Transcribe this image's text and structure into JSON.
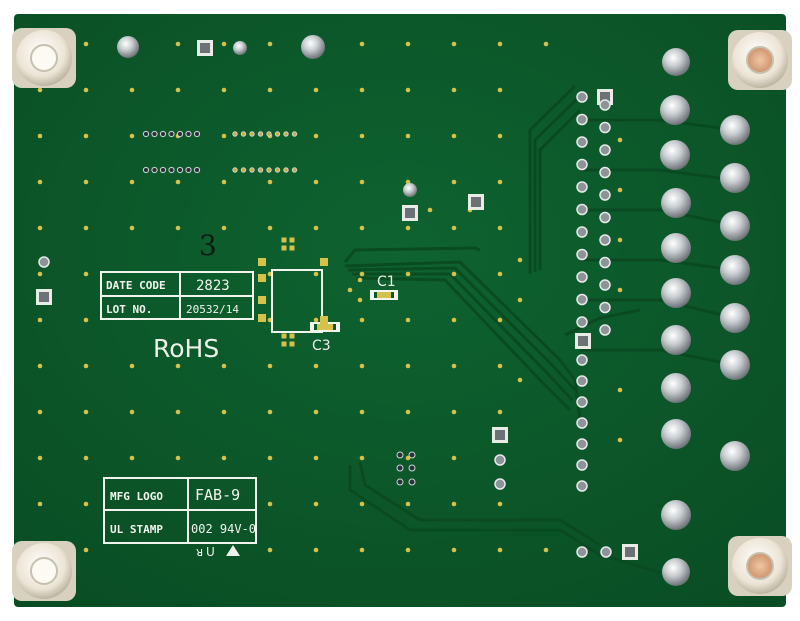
{
  "board": {
    "handwritten_mark": "3",
    "rohs": "RoHS",
    "labels": {
      "c1": "C1",
      "c3": "C3"
    },
    "label_box_1": {
      "date_code_label": "DATE CODE",
      "date_code_value": "2823",
      "lot_no_label": "LOT NO.",
      "lot_no_value": "20532/14"
    },
    "label_box_2": {
      "mfg_logo_label": "MFG LOGO",
      "mfg_logo_value": "FAB-9",
      "ul_stamp_label": "UL STAMP",
      "ul_stamp_value": "002 94V-0"
    }
  },
  "colors": {
    "pcb_green": "#0c5a2a",
    "pcb_green_dark": "#08441f",
    "trace": "#0a4d23",
    "silkscreen": "#f2f4ee",
    "gold_pad": "#d6c24a",
    "standoff": "#efe9dc"
  }
}
